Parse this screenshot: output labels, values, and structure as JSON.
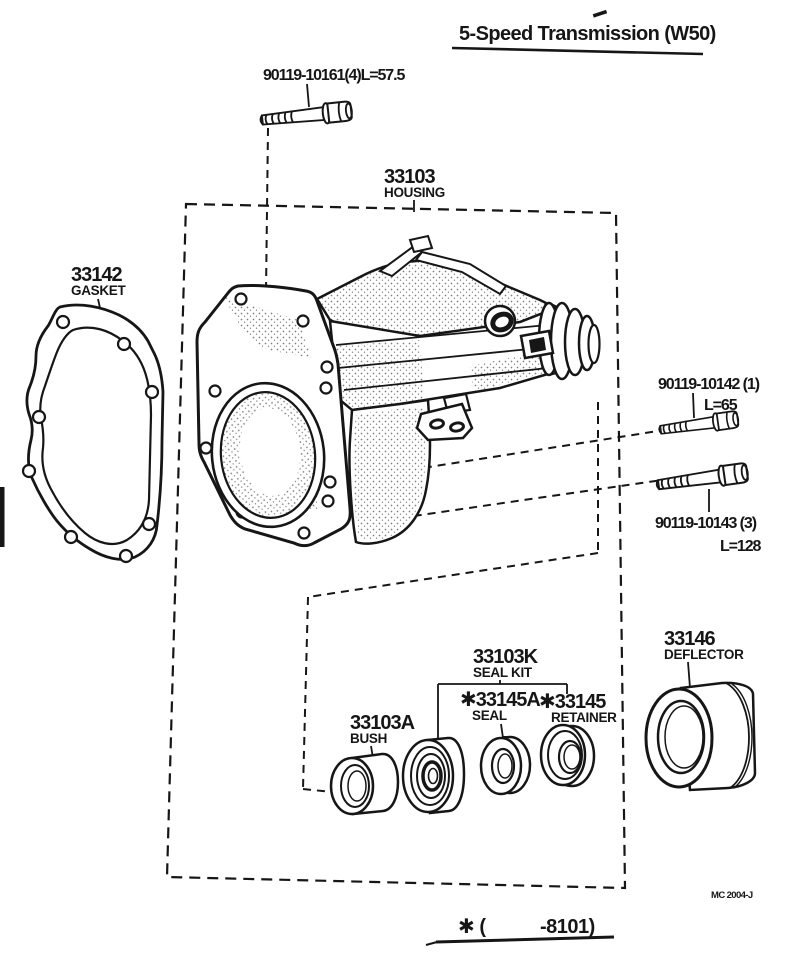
{
  "title": "5-Speed Transmission (W50)",
  "parts": {
    "bolt_top": {
      "number": "90119-10161(4)",
      "length": "L=57.5"
    },
    "gasket": {
      "number": "33142",
      "name": "GASKET"
    },
    "housing": {
      "number": "33103",
      "name": "HOUSING"
    },
    "bolt_mid": {
      "number": "90119-10142 (1)",
      "length": "L=65"
    },
    "bolt_low": {
      "number": "90119-10143 (3)",
      "length": "L=128"
    },
    "seal_kit": {
      "number": "33103K",
      "name": "SEAL KIT"
    },
    "seal": {
      "number": "✱33145A",
      "name": "SEAL"
    },
    "retainer": {
      "number": "✱33145",
      "name": "RETAINER"
    },
    "bush": {
      "number": "33103A",
      "name": "BUSH"
    },
    "deflector": {
      "number": "33146",
      "name": "DEFLECTOR"
    }
  },
  "footer": {
    "reference_prefix": "✱ (",
    "reference_suffix": "-8101)",
    "doc_code": "MC 2004-J"
  },
  "colors": {
    "ink": "#161616",
    "paper": "#ffffff"
  }
}
